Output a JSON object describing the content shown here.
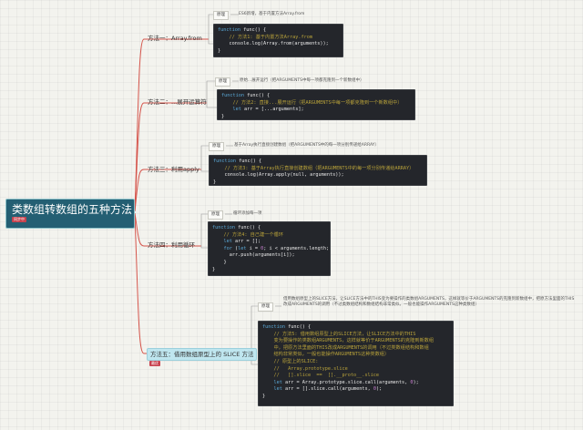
{
  "root": {
    "title": "类数组转数组的五种方法",
    "tag": "同步中"
  },
  "colors": {
    "root_bg": "#245f73",
    "code_bg": "#24262b",
    "line": "#d5554c",
    "highlight": "#bfe6ef",
    "tag_red": "#c7424e"
  },
  "methods": [
    {
      "label": "方法一：Array.from",
      "note_label": "原理",
      "note": "ES6新增，基于内置方法Array.from",
      "code": [
        [
          [
            "kw",
            "function"
          ],
          [
            "tx",
            " func() {"
          ]
        ],
        [
          [
            "cm",
            "    // 方法1: 基于内置方法Array.from"
          ]
        ],
        [
          [
            "tx",
            "    console.log(Array.from(arguments));"
          ]
        ],
        [
          [
            "tx",
            "}"
          ]
        ]
      ]
    },
    {
      "label": "方法二：...展开运算符",
      "note_label": "原理",
      "note": "原始...展开运行（把ARGUMENTS中每一项都克隆到一个新数组中）",
      "code": [
        [
          [
            "kw",
            "function"
          ],
          [
            "tx",
            " func() {"
          ]
        ],
        [
          [
            "cm",
            "    // 方法2: 直接...展开运行（把ARGUMENTS中每一项都克隆到一个新数组中）"
          ]
        ],
        [
          [
            "kw",
            "    let"
          ],
          [
            "tx",
            " arr = [...arguments];"
          ]
        ],
        [
          [
            "tx",
            "}"
          ]
        ]
      ]
    },
    {
      "label": "方法三：利用apply",
      "note_label": "原理",
      "note": "基于Array执行直接创建数组（把ARGUMENTS中的每一项分别传递给ARRAY）",
      "code": [
        [
          [
            "kw",
            "function"
          ],
          [
            "tx",
            " func() {"
          ]
        ],
        [
          [
            "cm",
            "    // 方法3: 基于Array执行直接创建数组（把ARGUMENTS中的每一项分别传递给ARRAY）"
          ]
        ],
        [
          [
            "tx",
            "    console.log(Array.apply(null, arguments));"
          ]
        ],
        [
          [
            "tx",
            "}"
          ]
        ]
      ]
    },
    {
      "label": "方法四：利用循环",
      "note_label": "原理",
      "note": "循环添加每一项",
      "code": [
        [
          [
            "kw",
            "function"
          ],
          [
            "tx",
            " func() {"
          ]
        ],
        [
          [
            "cm",
            "    // 方法4: 自己建一个循环"
          ]
        ],
        [
          [
            "kw",
            "    let"
          ],
          [
            "tx",
            " arr = [];"
          ]
        ],
        [
          [
            "kw",
            "    for"
          ],
          [
            "tx",
            " ("
          ],
          [
            "kw",
            "let"
          ],
          [
            "tx",
            " i = "
          ],
          [
            "nm",
            "0"
          ],
          [
            "tx",
            "; i < arguments.length; i++) {"
          ]
        ],
        [
          [
            "tx",
            "      arr.push(arguments[i]);"
          ]
        ],
        [
          [
            "tx",
            "    }"
          ]
        ],
        [
          [
            "tx",
            "}"
          ]
        ]
      ]
    },
    {
      "label": "方法五：借用数组原型上的 SLICE 方法",
      "tag": "最优",
      "note_label": "原理",
      "note": "借用数组原型上的SLICE方法，让SLICE方法中的THIS变为要操作的类数组ARGUMENTS，这样就等价于ARGUMENTS的克隆到新数组中，把原方法里面的THIS改成ARGUMENTS的调用（不过类数组结构和数组结构非常类似，一般也能操作ARGUMENTS这种类数组）",
      "code": [
        [
          [
            "kw",
            "function"
          ],
          [
            "tx",
            " func() {"
          ]
        ],
        [
          [
            "cm",
            "    // 方法5: 借用数组原型上的SLICE方法，让SLICE方法中的THIS"
          ]
        ],
        [
          [
            "cm",
            "    变为要操作的类数组ARGUMENTS，这样就等价于ARGUMENTS的克隆到新数组"
          ]
        ],
        [
          [
            "cm",
            "    中，把原方法里面的THIS改成ARGUMENTS的调用（不过类数组结构和数组"
          ]
        ],
        [
          [
            "cm",
            "    结构非常类似，一般也能操作ARGUMENTS这种类数组）"
          ]
        ],
        [
          [
            "cm",
            "    // 原型上的SLICE:"
          ]
        ],
        [
          [
            "cm",
            "    //   Array.prototype.slice"
          ]
        ],
        [
          [
            "cm",
            "    //   [].slice  ==  [].__proto__.slice"
          ]
        ],
        [
          [
            "kw",
            "    let"
          ],
          [
            "tx",
            " arr = Array.prototype.slice.call(arguments, "
          ],
          [
            "nm",
            "0"
          ],
          [
            "tx",
            ");"
          ]
        ],
        [
          [
            "kw",
            "    let"
          ],
          [
            "tx",
            " arr = [].slice.call(arguments, "
          ],
          [
            "nm",
            "0"
          ],
          [
            "tx",
            ");"
          ]
        ],
        [
          [
            "tx",
            "}"
          ]
        ]
      ]
    }
  ]
}
